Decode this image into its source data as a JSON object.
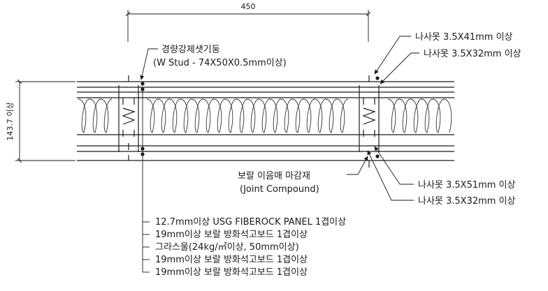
{
  "dimensions": {
    "top_width": "450",
    "left_height": "143.7 이상"
  },
  "callouts": {
    "stud_line1": "경량강제샛기둥",
    "stud_line2": "(W Stud - 74X50X0.5mm이상)",
    "joint_line1": "보랄 이음매 마감재",
    "joint_line2": "(Joint Compound)"
  },
  "screws": [
    "나사못  3.5X41mm 이상",
    "나사못  3.5X32mm 이상",
    "나사못  3.5X51mm 이상",
    "나사못  3.5X32mm 이상"
  ],
  "layers": [
    "12.7mm이상 USG FIBEROCK PANEL 1겹이상",
    "19mm이상 보랄 방화석고보드 1겹이상",
    "그라스울(24kg/㎥이상, 50mm이상)",
    "19mm이상 보랄 방화석고보드 1겹이상",
    "19mm이상 보랄 방화석고보드 1겹이상"
  ]
}
